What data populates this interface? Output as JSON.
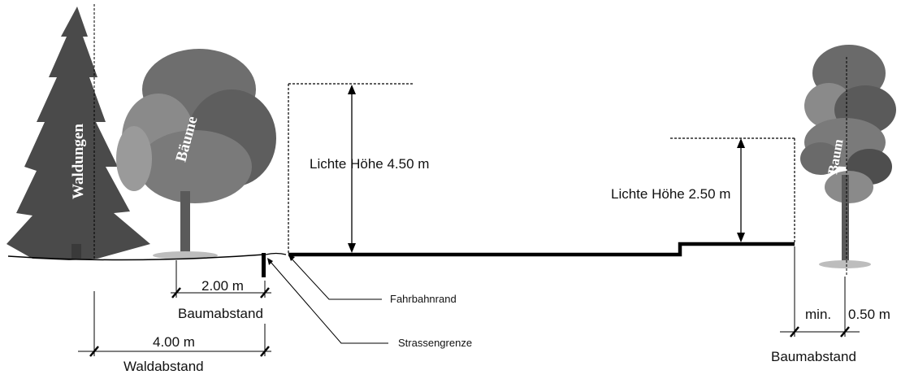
{
  "labels": {
    "forest": "Waldungen",
    "trees": "Bäume",
    "tree_right": "Baum",
    "clearance_main": "Lichte Höhe 4.50 m",
    "clearance_side": "Lichte Höhe 2.50 m",
    "road_edge": "Fahrbahnrand",
    "road_boundary": "Strassengrenze",
    "dist_tree": "2.00 m",
    "tree_distance": "Baumabstand",
    "dist_forest": "4.00 m",
    "forest_distance": "Waldabstand",
    "min": "min.",
    "dist_min": "0.50 m",
    "tree_distance_right": "Baumabstand"
  },
  "colors": {
    "line": "#000000",
    "conifer": "#4a4a4a",
    "deciduous": "#7a7a7a",
    "trunk": "#5a5a5a"
  }
}
